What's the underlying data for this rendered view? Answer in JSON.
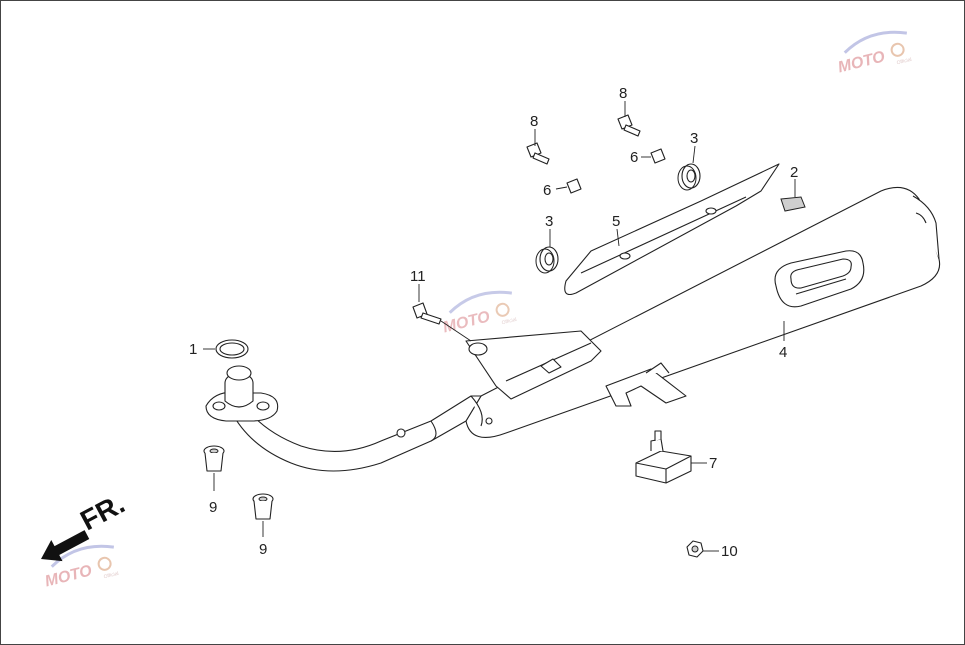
{
  "diagram": {
    "callouts": [
      {
        "id": "c1",
        "text": "1"
      },
      {
        "id": "c2",
        "text": "2"
      },
      {
        "id": "c3a",
        "text": "3"
      },
      {
        "id": "c3b",
        "text": "3"
      },
      {
        "id": "c4",
        "text": "4"
      },
      {
        "id": "c5",
        "text": "5"
      },
      {
        "id": "c6a",
        "text": "6"
      },
      {
        "id": "c6b",
        "text": "6"
      },
      {
        "id": "c7",
        "text": "7"
      },
      {
        "id": "c8a",
        "text": "8"
      },
      {
        "id": "c8b",
        "text": "8"
      },
      {
        "id": "c9a",
        "text": "9"
      },
      {
        "id": "c9b",
        "text": "9"
      },
      {
        "id": "c10",
        "text": "10"
      },
      {
        "id": "c11",
        "text": "11"
      }
    ],
    "direction_label": "FR.",
    "watermark": {
      "text": "MOTO",
      "sub": "Official"
    },
    "colors": {
      "line": "#222222",
      "fill": "#ffffff",
      "watermark_red": "#d9848a",
      "watermark_blue": "#9aa0d6"
    }
  }
}
